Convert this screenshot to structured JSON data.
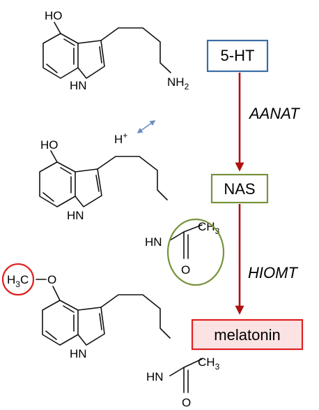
{
  "pathway": {
    "compounds": [
      {
        "id": "serotonin",
        "box_label": "5-HT",
        "border_color": "#3a6ea5",
        "fill_color": "#ffffff"
      },
      {
        "id": "nas",
        "box_label": "NAS",
        "border_color": "#77933c",
        "fill_color": "#ffffff"
      },
      {
        "id": "melatonin",
        "box_label": "melatonin",
        "border_color": "#e02020",
        "fill_color": "#fbe3e3"
      }
    ],
    "enzymes": [
      {
        "label": "AANAT"
      },
      {
        "label": "HIOMT"
      }
    ],
    "arrow_color": "#b01010"
  },
  "structures": {
    "serotonin": {
      "hydroxyl": "HO",
      "ring_nh": "HN",
      "amine_n": "NH",
      "amine_sub": "2",
      "proton": "H",
      "proton_sup": "+",
      "exchange_arrow_color": "#6a8fc2"
    },
    "nas": {
      "hydroxyl": "HO",
      "ring_nh": "HN",
      "amide_nh": "HN",
      "methyl": "CH",
      "methyl_sub": "3",
      "carbonyl_o": "O",
      "highlight_color": "#77933c"
    },
    "melatonin": {
      "methoxy_h": "H",
      "methoxy_sub": "3",
      "methoxy_c": "C",
      "methoxy_o": "O",
      "ring_nh": "HN",
      "amide_nh": "HN",
      "methyl": "CH",
      "methyl_sub": "3",
      "carbonyl_o": "O",
      "highlight_color": "#e02020"
    }
  }
}
